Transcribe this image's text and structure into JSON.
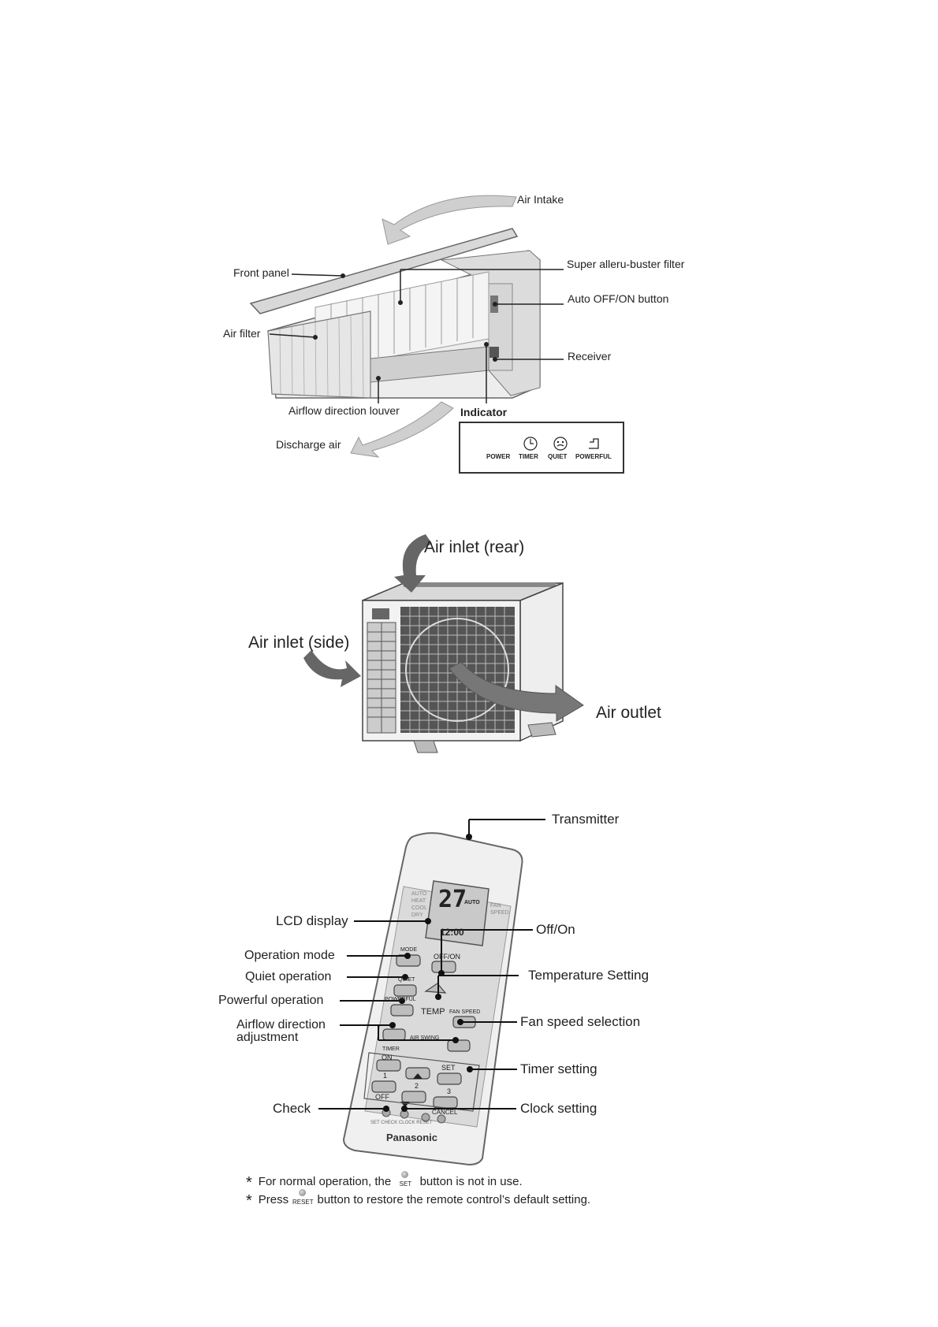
{
  "indoor_unit": {
    "labels": {
      "air_intake": "Air Intake",
      "front_panel": "Front panel",
      "air_filter": "Air filter",
      "super_filter": "Super alleru-buster filter",
      "auto_button": "Auto OFF/ON button",
      "receiver": "Receiver",
      "louver": "Airflow direction louver",
      "discharge_air": "Discharge air",
      "indicator": "Indicator"
    },
    "indicator_items": [
      "POWER",
      "TIMER",
      "QUIET",
      "POWERFUL"
    ]
  },
  "outdoor_unit": {
    "labels": {
      "inlet_rear": "Air inlet (rear)",
      "inlet_side": "Air inlet (side)",
      "outlet": "Air outlet"
    }
  },
  "remote": {
    "labels": {
      "transmitter": "Transmitter",
      "lcd": "LCD display",
      "off_on": "Off/On",
      "op_mode": "Operation mode",
      "quiet": "Quiet operation",
      "temp_setting": "Temperature Setting",
      "powerful": "Powerful operation",
      "fan_speed": "Fan speed selection",
      "airflow_1": "Airflow direction",
      "airflow_2": "adjustment",
      "timer": "Timer setting",
      "check": "Check",
      "clock": "Clock setting"
    },
    "lcd": {
      "temp": "27",
      "time": "12:00",
      "modes": "AUTO\nHEAT\nCOOL\nDRY",
      "auto": "AUTO",
      "fan": "FAN\nSPEED"
    },
    "buttons": {
      "mode": "MODE",
      "offon": "OFF/ON",
      "quiet": "QUIET",
      "powerful": "POWERFUL",
      "temp": "TEMP",
      "fanspeed": "FAN SPEED",
      "airswing": "AIR SWING",
      "timer": "TIMER",
      "on": "ON",
      "off": "OFF",
      "set": "SET",
      "cancel": "CANCEL",
      "n1": "1",
      "n2": "2",
      "n3": "3",
      "bottom": "SET CHECK CLOCK RESET",
      "brand": "Panasonic"
    }
  },
  "notes": {
    "star": "*",
    "n1_a": "For normal operation, the",
    "n1_b": "button is not in use.",
    "n1_cap": "SET",
    "n2_a": "Press",
    "n2_b": "button to restore the remote control’s default setting.",
    "n2_cap": "RESET"
  }
}
